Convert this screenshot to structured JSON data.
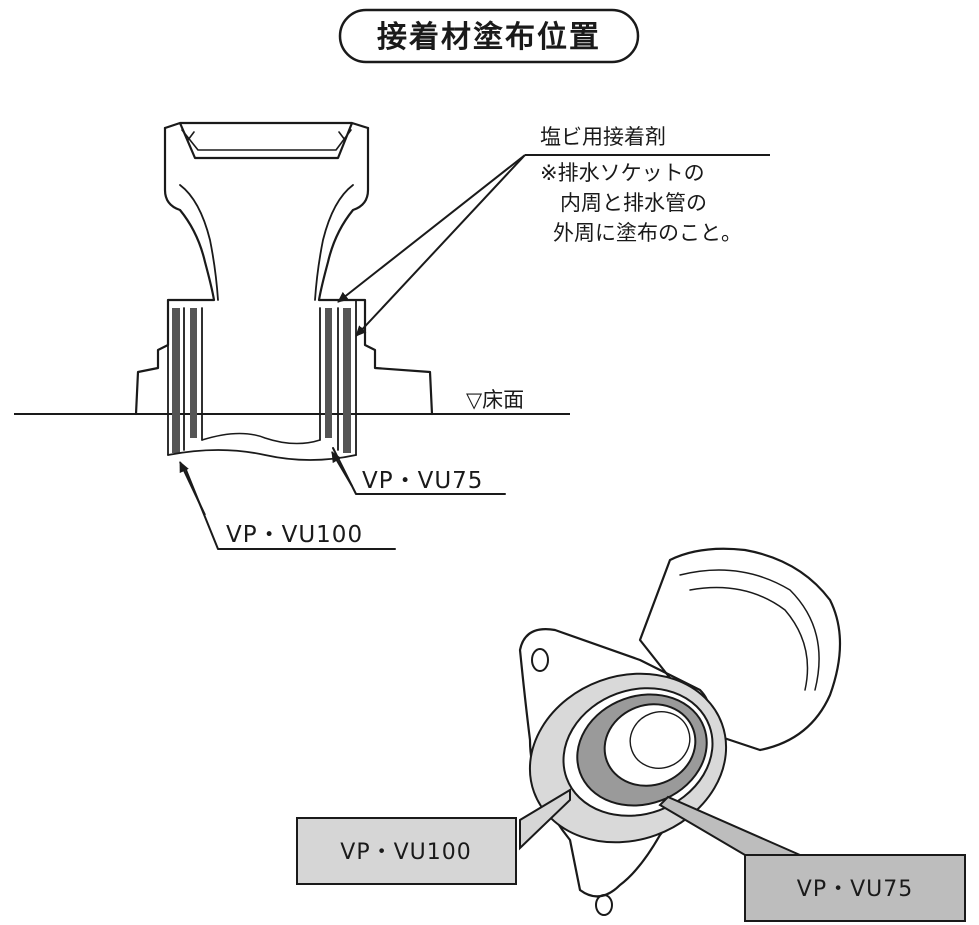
{
  "title": "接着材塗布位置",
  "adhesive_note": {
    "heading": "塩ビ用接着剤",
    "lines": [
      "※排水ソケットの",
      "内周と排水管の",
      "外周に塗布のこと。"
    ]
  },
  "floor_label": "▽床面",
  "section_labels": {
    "vp_vu75": "VP・VU75",
    "vp_vu100": "VP・VU100"
  },
  "perspective_labels": {
    "vp_vu100": "VP・VU100",
    "vp_vu75": "VP・VU75"
  },
  "colors": {
    "line": "#1a1a1a",
    "adhesive": "#555555",
    "box_light": "#d6d6d6",
    "box_dark": "#bdbdbd",
    "ring_light": "#d9d9d9",
    "ring_dark": "#9a9a9a"
  }
}
